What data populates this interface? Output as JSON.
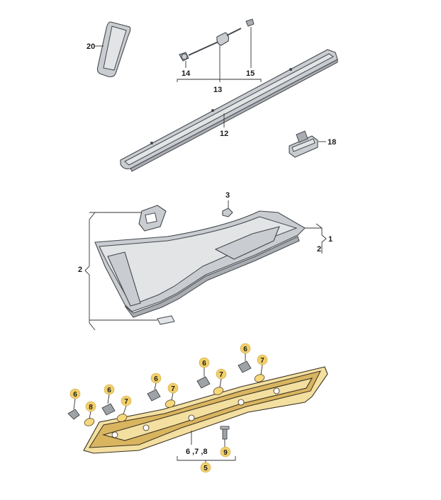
{
  "labels": {
    "l1": "1",
    "l2a": "2",
    "l2b": "2",
    "l3": "3",
    "l5": "5",
    "l6a": "6",
    "l6b": "6",
    "l6c": "6",
    "l6d": "6",
    "l6e": "6",
    "l7a": "7",
    "l7b": "7",
    "l7c": "7",
    "l7d": "7",
    "l8": "8",
    "l9": "9",
    "l12": "12",
    "l13": "13",
    "l14": "14",
    "l15": "15",
    "l18": "18",
    "l20": "20",
    "l678": "6 ,7 ,8"
  }
}
